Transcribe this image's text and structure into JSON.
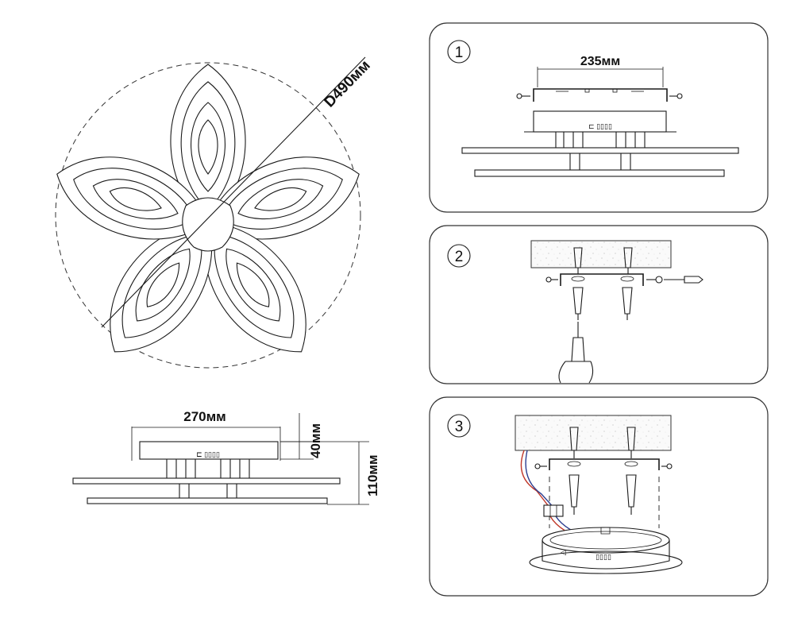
{
  "diameter_label": "D490мм",
  "width_label": "270мм",
  "height_top_label": "40мм",
  "height_total_label": "110мм",
  "steps": [
    {
      "number": "1",
      "dimension_label": "235мм"
    },
    {
      "number": "2",
      "dimension_label": ""
    },
    {
      "number": "3",
      "dimension_label": ""
    }
  ]
}
